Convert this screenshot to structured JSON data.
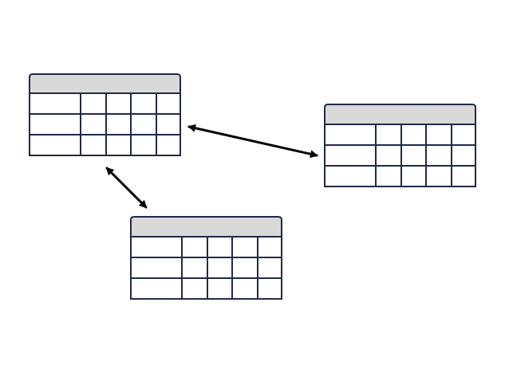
{
  "diagram": {
    "colors": {
      "background": "#ffffff",
      "table_border": "#1f2a4a",
      "table_header": "#d9d9d9",
      "table_body": "#ffffff",
      "connector": "#000000"
    },
    "tables": [
      {
        "id": "table-left",
        "header": "",
        "rows": 3,
        "columns": 5
      },
      {
        "id": "table-right",
        "header": "",
        "rows": 3,
        "columns": 5
      },
      {
        "id": "table-bottom",
        "header": "",
        "rows": 3,
        "columns": 5
      }
    ],
    "connectors": [
      {
        "id": "left-right",
        "from": "table-left",
        "to": "table-right",
        "arrowheads": "both"
      },
      {
        "id": "left-bottom",
        "from": "table-left",
        "to": "table-bottom",
        "arrowheads": "both"
      }
    ]
  }
}
